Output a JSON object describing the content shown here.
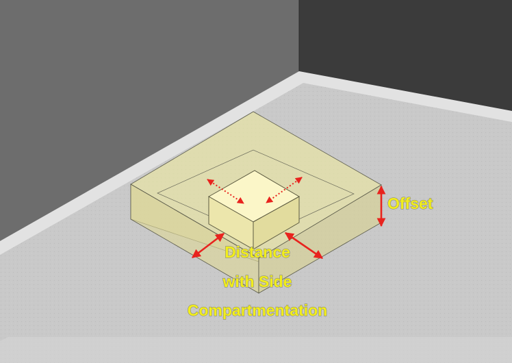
{
  "labels": {
    "offset": "Offset",
    "distance_line1": "Distance",
    "distance_line2": "with Side",
    "distance_line3": "Compartmentation"
  },
  "colors": {
    "wall_left": "#6d6d6d",
    "wall_right": "#3a3a3a",
    "floor": "#c8c8c8",
    "floor_edge": "#dcdcdc",
    "zone_fill": "#e6e2a6",
    "box_top": "#fbf6c8",
    "box_side": "#e9e3a8",
    "arrow": "#e8231e",
    "text": "#f2ee1c"
  }
}
